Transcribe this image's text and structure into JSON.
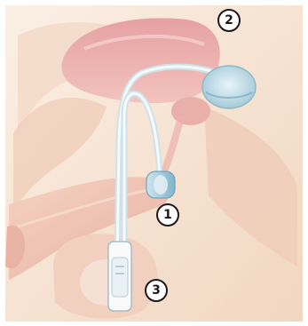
{
  "figure": {
    "callouts": [
      {
        "id": "2",
        "label": "2"
      },
      {
        "id": "1",
        "label": "1"
      },
      {
        "id": "3",
        "label": "3"
      }
    ]
  },
  "colors": {
    "background": "#f6e3d2",
    "skin": "#f2c9b6",
    "bladder": "#e89aa0",
    "reservoir_fluid": "#b9dbe6",
    "device_tubing": "#dbe9ef",
    "cuff": "#9dc9d8",
    "pump_body": "#f4f4f4"
  }
}
